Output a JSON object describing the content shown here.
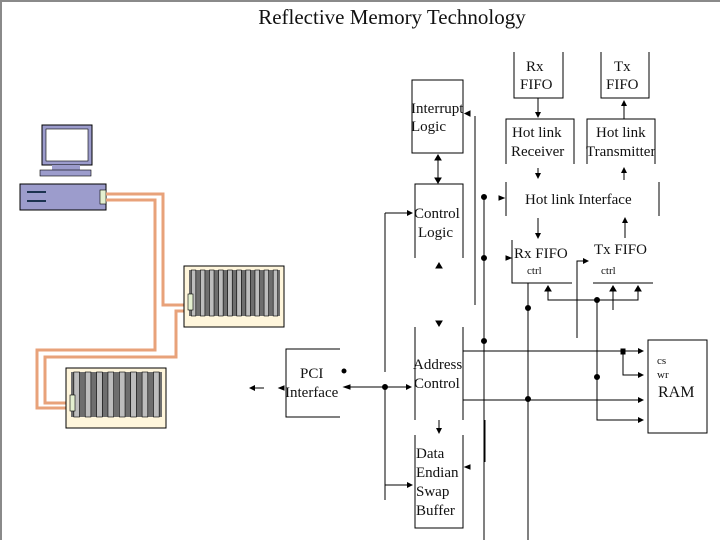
{
  "slide": {
    "title": "Reflective Memory Technology"
  },
  "diagram": {
    "blocks": {
      "interrupt_logic": [
        "Interrupt",
        "Logic"
      ],
      "control_logic": [
        "Control",
        "Logic"
      ],
      "address_control": [
        "Address",
        "Control"
      ],
      "data_endian_swap_buffer": [
        "Data",
        "Endian",
        "Swap",
        "Buffer"
      ],
      "pci_interface": [
        "PCI",
        "Interface"
      ],
      "rx_fifo_top": [
        "Rx",
        "FIFO"
      ],
      "tx_fifo_top": [
        "Tx",
        "FIFO"
      ],
      "hotlink_receiver": [
        "Hot link",
        "Receiver"
      ],
      "hotlink_transmitter": [
        "Hot link",
        "Transmitter"
      ],
      "hotlink_interface": "Hot link Interface",
      "rx_fifo_ctrl": [
        "Rx FIFO",
        "ctrl"
      ],
      "tx_fifo_ctrl": [
        "Tx FIFO",
        "ctrl"
      ],
      "ram": {
        "label": "RAM",
        "pins": [
          "cs",
          "wr"
        ]
      }
    },
    "devices": [
      {
        "name": "host-computer"
      },
      {
        "name": "vme-chassis-1"
      },
      {
        "name": "vme-chassis-2"
      }
    ],
    "colors": {
      "computer_fill": "#9c9ccc",
      "cable": "#e8a27a",
      "chassis_bg": "#fff6dc",
      "chassis_dark": "#6e6e6e",
      "chassis_light": "#bdbdbd",
      "connector": "#e4f0d0",
      "line": "#000000"
    }
  }
}
